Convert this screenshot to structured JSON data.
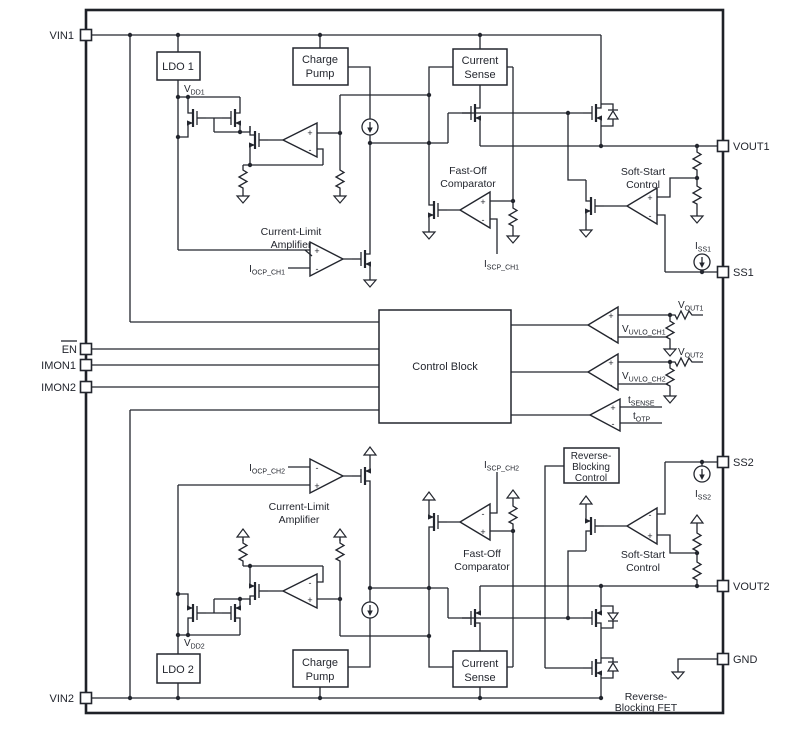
{
  "pins": {
    "vin1": "VIN1",
    "en": "EN",
    "imon1": "IMON1",
    "imon2": "IMON2",
    "vin2": "VIN2",
    "vout1": "VOUT1",
    "ss1": "SS1",
    "ss2": "SS2",
    "vout2": "VOUT2",
    "gnd": "GND"
  },
  "blocks": {
    "ldo1": "LDO 1",
    "ldo2": "LDO 2",
    "charge_pump_line1": "Charge",
    "charge_pump_line2": "Pump",
    "current_sense_line1": "Current",
    "current_sense_line2": "Sense",
    "control_block": "Control Block",
    "rbc_line1": "Reverse-",
    "rbc_line2": "Blocking",
    "rbc_line3": "Control"
  },
  "labels": {
    "current_limit_line1": "Current-Limit",
    "current_limit_line2": "Amplifier",
    "fast_off_line1": "Fast-Off",
    "fast_off_line2": "Comparator",
    "soft_start_line1": "Soft-Start",
    "soft_start_line2": "Control",
    "rb_fet_line1": "Reverse-",
    "rb_fet_line2": "Blocking FET",
    "plus": "+",
    "minus": "-"
  },
  "signals": {
    "vdd1": {
      "base": "V",
      "sub": "DD1"
    },
    "vdd2": {
      "base": "V",
      "sub": "DD2"
    },
    "iocp_ch1": {
      "base": "I",
      "sub": "OCP_CH1"
    },
    "iscp_ch1": {
      "base": "I",
      "sub": "SCP_CH1"
    },
    "iocp_ch2": {
      "base": "I",
      "sub": "OCP_CH2"
    },
    "iscp_ch2": {
      "base": "I",
      "sub": "SCP_CH2"
    },
    "iss1": {
      "base": "I",
      "sub": "SS1"
    },
    "iss2": {
      "base": "I",
      "sub": "SS2"
    },
    "vout1": {
      "base": "V",
      "sub": "OUT1"
    },
    "vout2": {
      "base": "V",
      "sub": "OUT2"
    },
    "vuvlo_ch1": {
      "base": "V",
      "sub": "UVLO_CH1"
    },
    "vuvlo_ch2": {
      "base": "V",
      "sub": "UVLO_CH2"
    },
    "tsense": {
      "base": "t",
      "sub": "SENSE"
    },
    "totp": {
      "base": "t",
      "sub": "OTP"
    }
  },
  "colors": {
    "line": "#23262e",
    "background": "#ffffff"
  }
}
